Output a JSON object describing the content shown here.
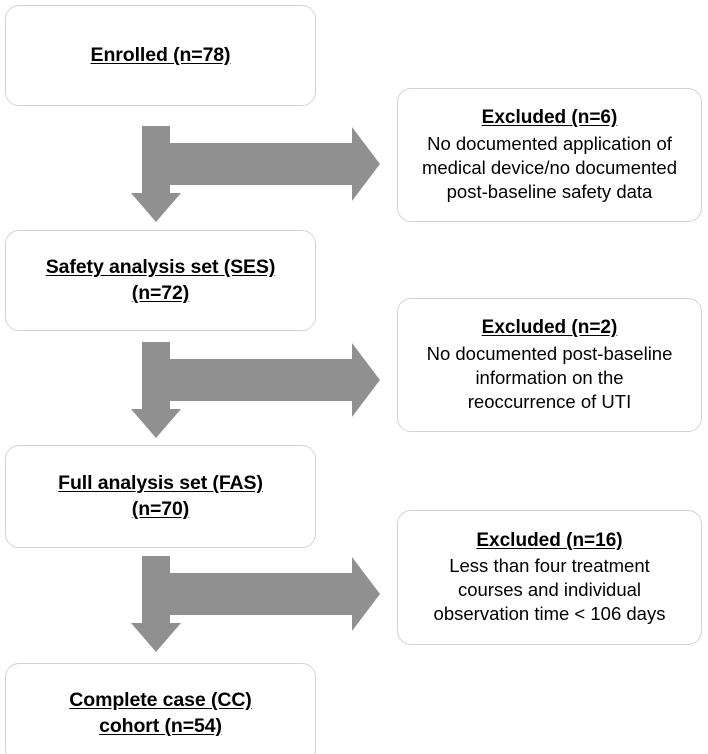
{
  "diagram": {
    "title": "Participant flow diagram",
    "type": "flowchart",
    "arrow_color": "#909090",
    "box_border_color": "#d3d3d3",
    "text_color": "#000000",
    "background_color": "#ffffff"
  },
  "stages": [
    {
      "id": "enrolled",
      "headline": "Enrolled (n=78)",
      "n": 78
    },
    {
      "id": "safety-analysis-set",
      "headline": "Safety analysis set (SES)\n(n=72)",
      "n": 72
    },
    {
      "id": "full-analysis-set",
      "headline": "Full analysis set (FAS)\n(n=70)",
      "n": 70
    },
    {
      "id": "complete-case-cohort",
      "headline": "Complete case (CC)\ncohort (n=54)",
      "n": 54
    }
  ],
  "exclusions": [
    {
      "id": "excluded-1",
      "headline": "Excluded (n=6)",
      "n": 6,
      "reason": "No documented application of\nmedical device/no documented\npost-baseline safety data"
    },
    {
      "id": "excluded-2",
      "headline": "Excluded (n=2)",
      "n": 2,
      "reason": "No documented post-baseline\ninformation on the\nreoccurrence of UTI"
    },
    {
      "id": "excluded-3",
      "headline": "Excluded (n=16)",
      "n": 16,
      "reason": "Less than four treatment\ncourses and individual\nobservation time < 106 days"
    }
  ],
  "connectors": [
    {
      "id": "connector-1",
      "from": "enrolled",
      "down_to": "safety-analysis-set",
      "right_to": "excluded-1"
    },
    {
      "id": "connector-2",
      "from": "safety-analysis-set",
      "down_to": "full-analysis-set",
      "right_to": "excluded-2"
    },
    {
      "id": "connector-3",
      "from": "full-analysis-set",
      "down_to": "complete-case-cohort",
      "right_to": "excluded-3"
    }
  ]
}
